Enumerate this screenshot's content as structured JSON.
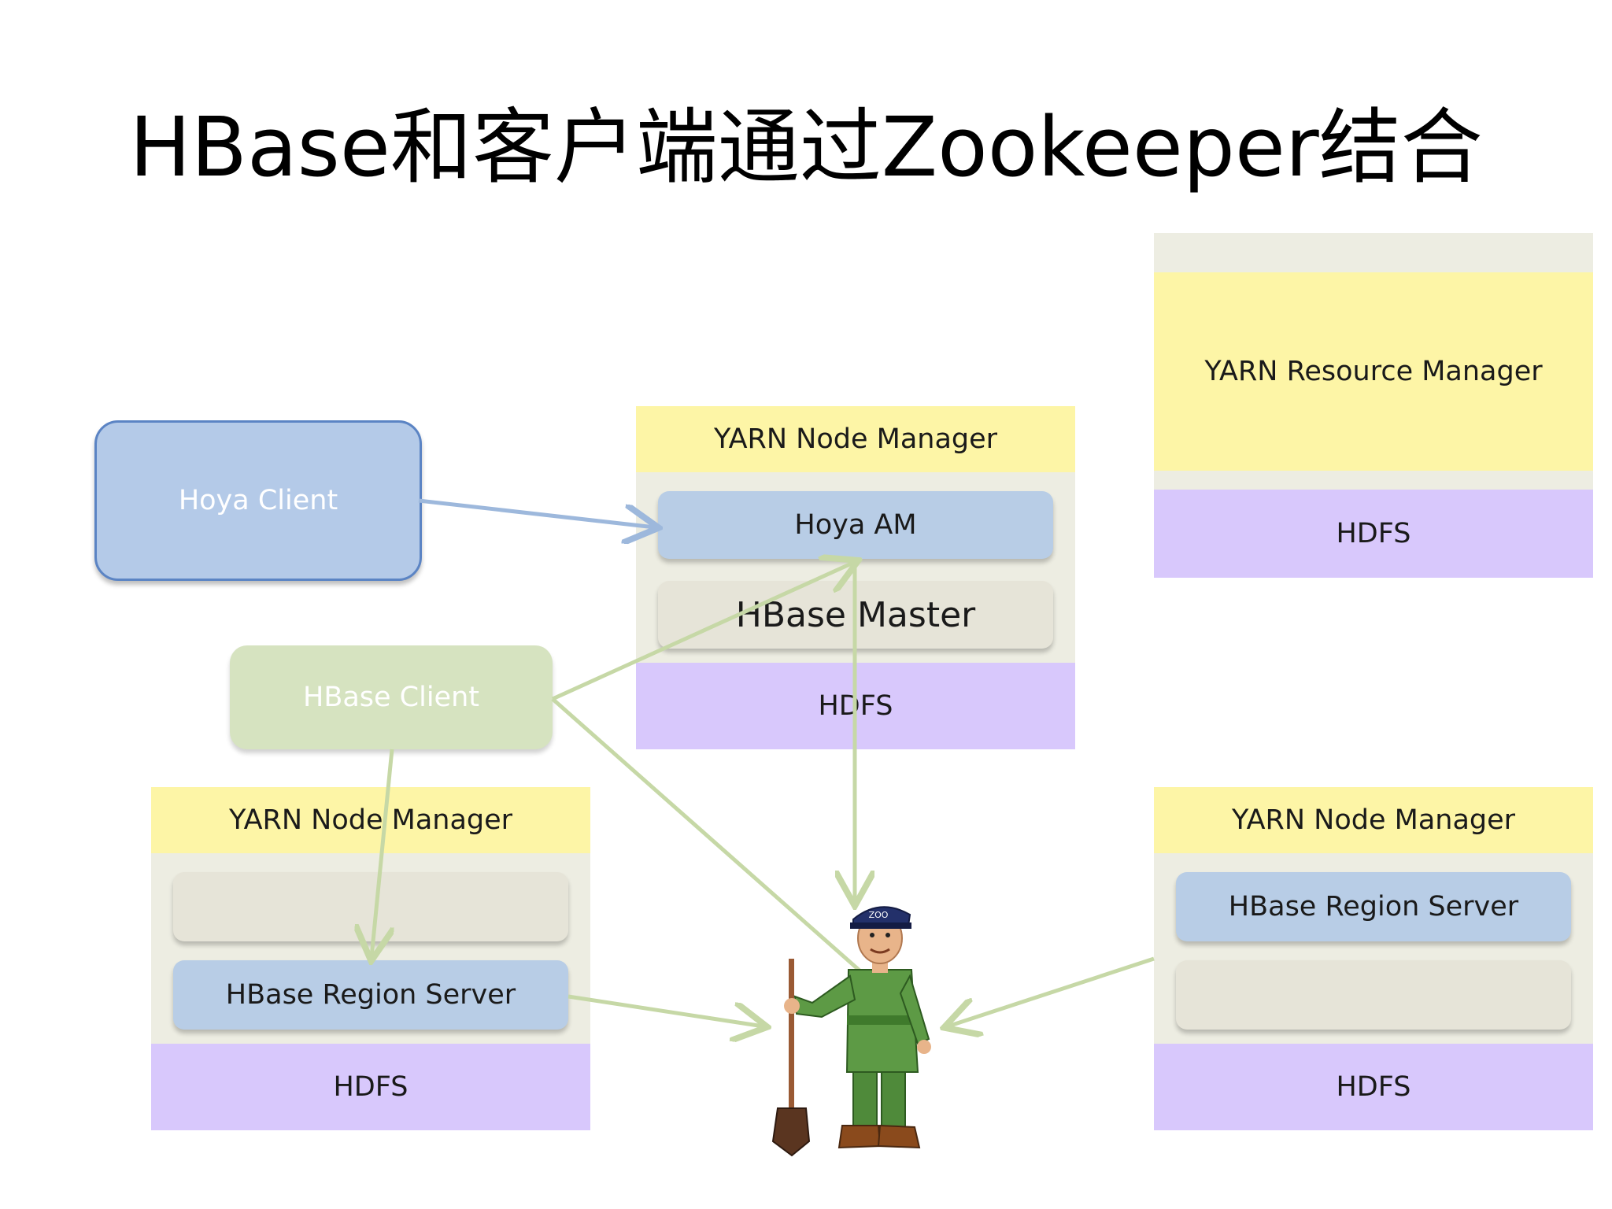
{
  "title": "HBase和客户端通过Zookeeper结合",
  "clients": {
    "hoya": "Hoya Client",
    "hbase": "HBase Client"
  },
  "resource_manager": {
    "label": "YARN Resource Manager",
    "hdfs": "HDFS"
  },
  "node_center": {
    "manager": "YARN Node Manager",
    "app_master": "Hoya AM",
    "hbase_master": "HBase Master",
    "hdfs": "HDFS"
  },
  "node_left": {
    "manager": "YARN Node Manager",
    "region_server": "HBase Region Server",
    "hdfs": "HDFS"
  },
  "node_right": {
    "manager": "YARN Node Manager",
    "region_server": "HBase Region Server",
    "hdfs": "HDFS"
  },
  "colors": {
    "yarn": "#fdf5a6",
    "container": "#edede2",
    "hdfs": "#d8c8fc",
    "blue_component": "#b8cde6",
    "beige_component": "#e6e4d8",
    "hoya_client": "#b4cae8",
    "hbase_client": "#d6e3c0",
    "arrow_blue": "#9db8dc",
    "arrow_green": "#c6d8a6"
  },
  "zookeeper_figure": "zookeeper-keeper-icon"
}
